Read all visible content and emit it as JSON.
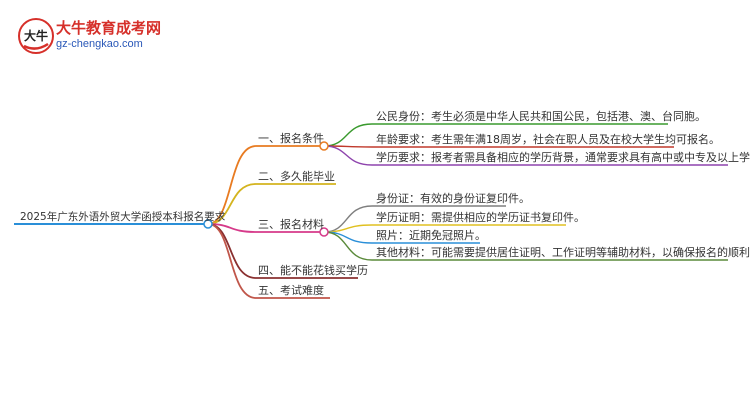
{
  "logo": {
    "title": "大牛教育成考网",
    "url": "gz-chengkao.com",
    "mark_text": "大牛"
  },
  "root": {
    "label": "2025年广东外语外贸大学函授本科报名要求"
  },
  "branches": [
    {
      "label": "一、报名条件",
      "color": "#e87b21",
      "children": [
        {
          "label": "公民身份：考生必须是中华人民共和国公民，包括港、澳、台同胞。",
          "color": "#3a9a2e"
        },
        {
          "label": "年龄要求：考生需年满18周岁，社会在职人员及在校大学生均可报名。",
          "color": "#c0392b"
        },
        {
          "label": "学历要求：报考者需具备相应的学历背景，通常要求具有高中或中专及以上学历。",
          "color": "#8e44ad"
        }
      ]
    },
    {
      "label": "二、多久能毕业",
      "color": "#d4b41f",
      "children": []
    },
    {
      "label": "三、报名材料",
      "color": "#d63a8a",
      "children": [
        {
          "label": "身份证：有效的身份证复印件。",
          "color": "#7f7f7f"
        },
        {
          "label": "学历证明：需提供相应的学历证书复印件。",
          "color": "#e0c020"
        },
        {
          "label": "照片：近期免冠照片。",
          "color": "#2a8fd8"
        },
        {
          "label": "其他材料：可能需要提供居住证明、工作证明等辅助材料，以确保报名的顺利进行。",
          "color": "#5a8a3a"
        }
      ]
    },
    {
      "label": "四、能不能花钱买学历",
      "color": "#8a3030",
      "children": []
    },
    {
      "label": "五、考试难度",
      "color": "#c0564a",
      "children": []
    }
  ],
  "colors": {
    "root": "#2a8fd8",
    "logo_red": "#d6302a",
    "logo_blue": "#2a58b8"
  }
}
